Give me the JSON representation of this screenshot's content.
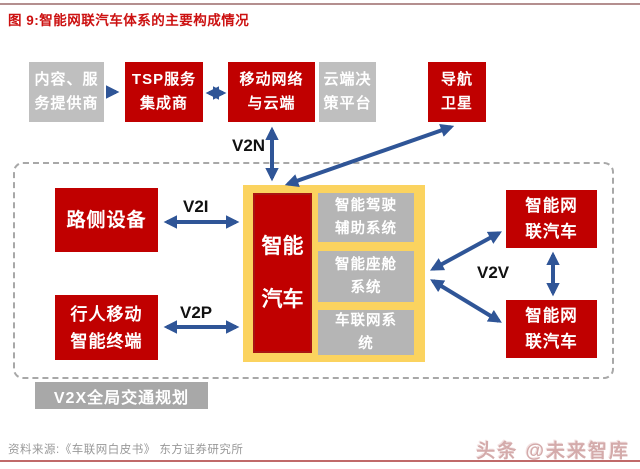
{
  "header": {
    "title": "图 9:智能网联汽车体系的主要构成情况"
  },
  "boxes": {
    "content_provider": {
      "lines": [
        "内容、服",
        "务提供商"
      ]
    },
    "tsp": {
      "lines": [
        "TSP服务",
        "集成商"
      ]
    },
    "mobile_network": {
      "lines": [
        "移动网络",
        "与云端"
      ]
    },
    "cloud_platform": {
      "lines": [
        "云端决",
        "策平台"
      ]
    },
    "nav_satellite": {
      "lines": [
        "导航",
        "卫星"
      ]
    },
    "roadside": {
      "label": "路侧设备"
    },
    "pedestrian": {
      "lines": [
        "行人移动",
        "智能终端"
      ]
    },
    "smart_car": {
      "lines": [
        "智能",
        "汽车"
      ]
    },
    "adas": {
      "lines": [
        "智能驾驶",
        "辅助系统"
      ]
    },
    "cockpit": {
      "lines": [
        "智能座舱",
        "系统"
      ]
    },
    "telematics": {
      "lines": [
        "车联网系",
        "统"
      ]
    },
    "icv_top": {
      "lines": [
        "智能网",
        "联汽车"
      ]
    },
    "icv_bottom": {
      "lines": [
        "智能网",
        "联汽车"
      ]
    },
    "v2x_plan": {
      "label": "V2X全局交通规划"
    }
  },
  "arrow_labels": {
    "v2n": "V2N",
    "v2i": "V2I",
    "v2p": "V2P",
    "v2v": "V2V"
  },
  "footer": {
    "source": "资料来源:《车联网白皮书》 东方证券研究所",
    "watermark": "头条 @未来智库"
  },
  "colors": {
    "box_red": "#c00000",
    "box_gray": "#bfbfbf",
    "subsys_gray": "#b5b5b5",
    "container_yellow": "#fbd35f",
    "arrow_blue": "#2f5597",
    "title_red": "#cc1111",
    "dash_gray": "#a8a8a8"
  }
}
